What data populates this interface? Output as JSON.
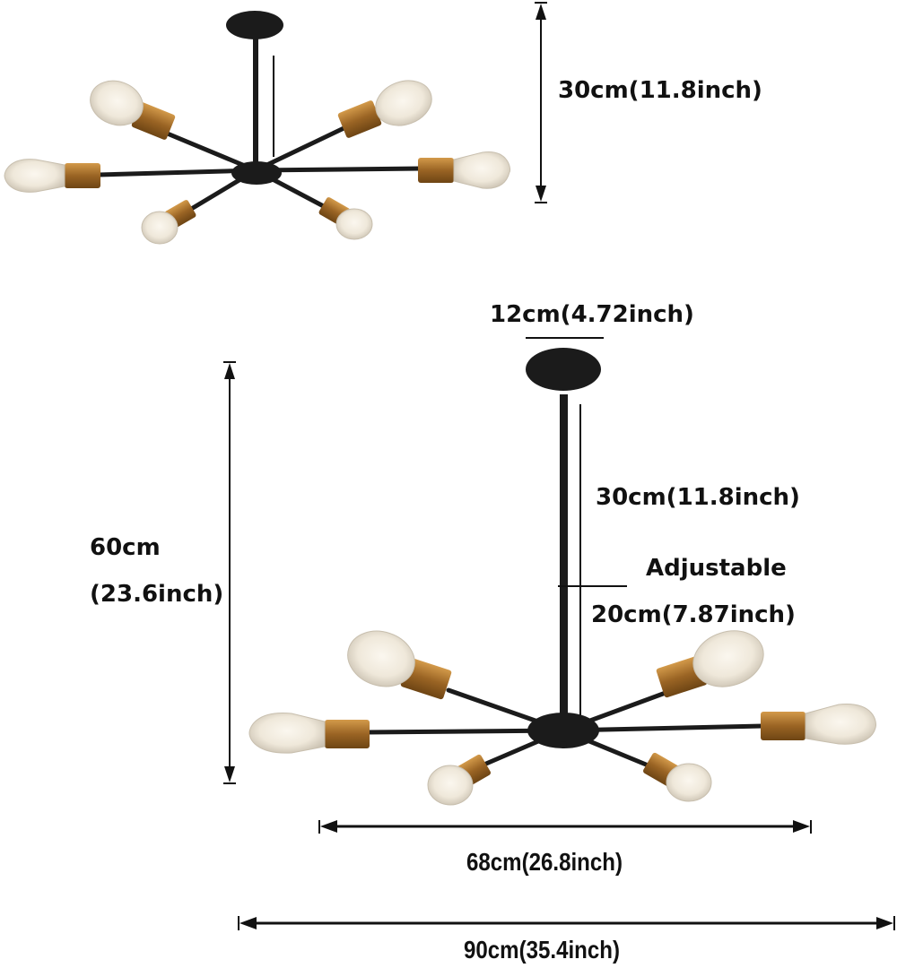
{
  "diagram": {
    "subject": "6-light sputnik ceiling chandelier dimension drawing",
    "colors": {
      "metal_black": "#1b1b1b",
      "brass_socket": "#a8742e",
      "bulb_glass": "#eeeae2",
      "dimension_line": "#111111",
      "background": "#ffffff"
    },
    "top_view": {
      "name": "semi-flush configuration",
      "height_label": "30cm(11.8inch)",
      "bulb_count": 6
    },
    "bottom_view": {
      "name": "pendant configuration with rod",
      "canopy_width_label": "12cm(4.72inch)",
      "rod_upper_label": "30cm(11.8inch)",
      "adjustable_label": "Adjustable",
      "rod_lower_label": "20cm(7.87inch)",
      "total_height_label_line1": "60cm",
      "total_height_label_line2": "(23.6inch)",
      "arm_span_label": "68cm(26.8inch)",
      "total_width_label": "90cm(35.4inch)",
      "bulb_count": 6
    }
  }
}
